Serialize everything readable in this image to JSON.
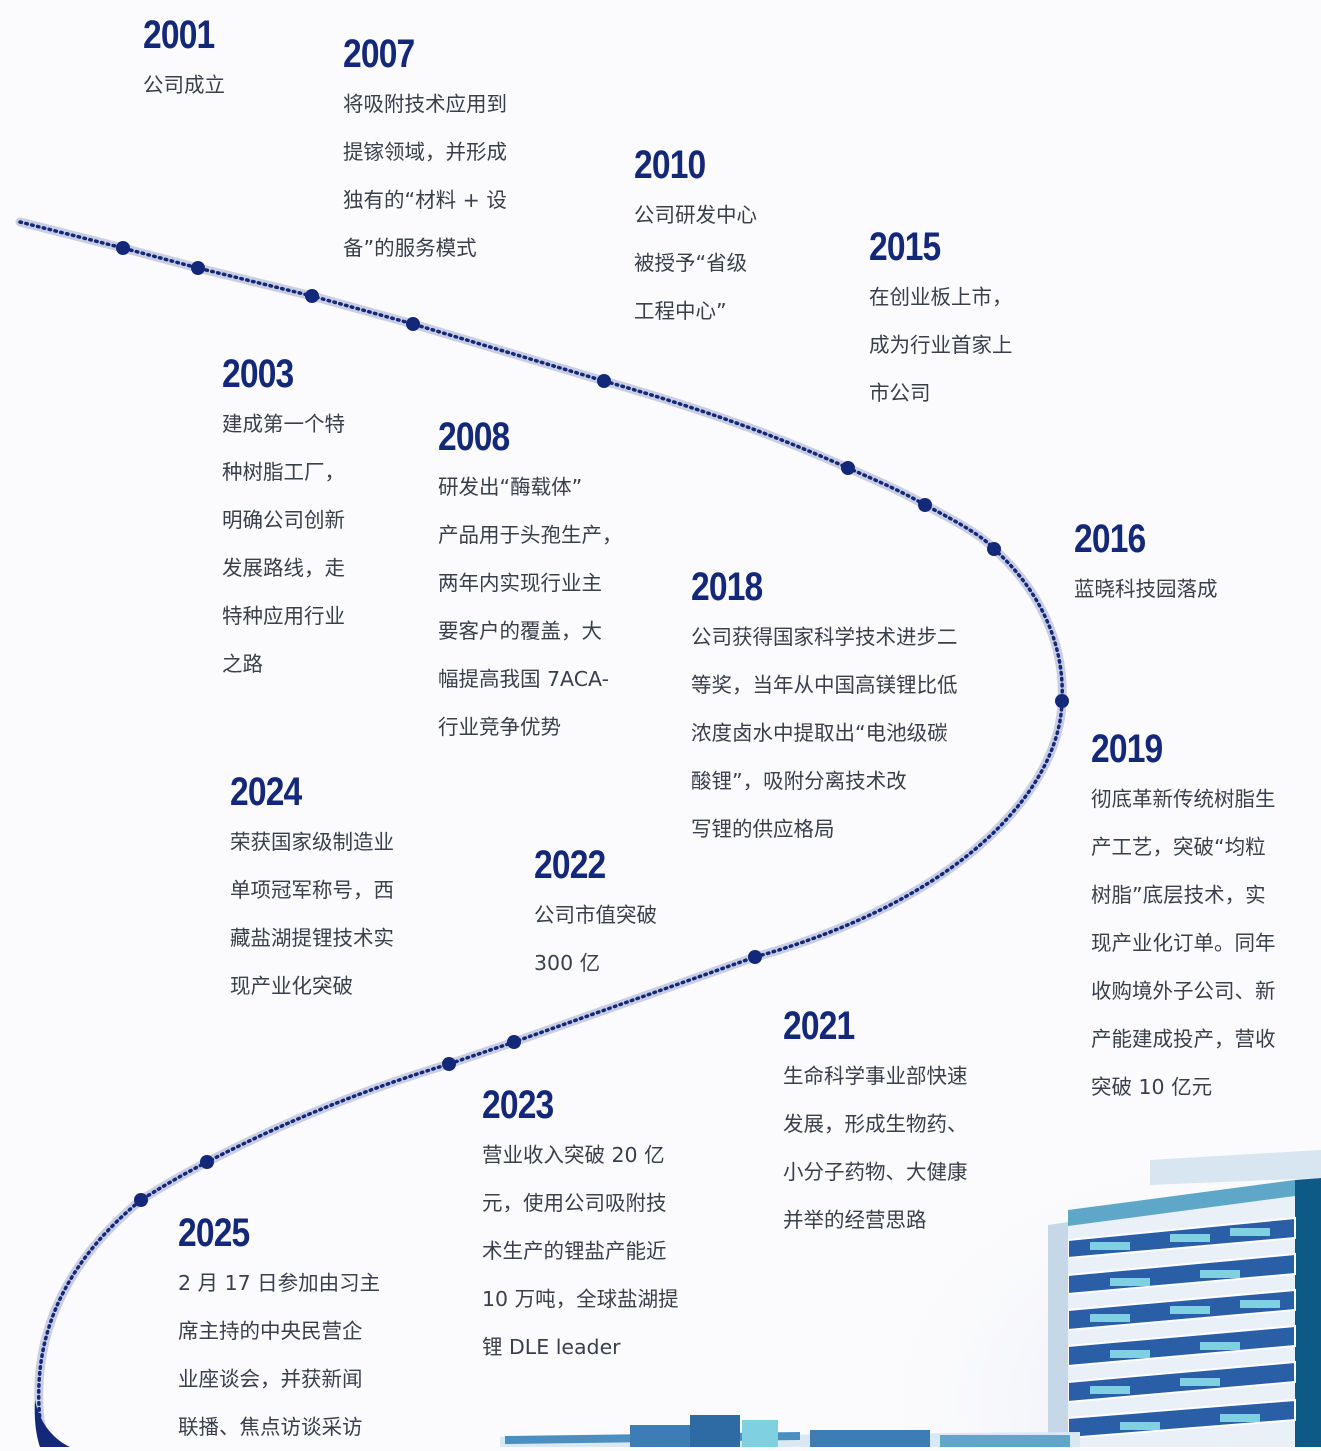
{
  "colors": {
    "year": "#14287a",
    "text": "#3a3f4c",
    "path": "#b9c0da",
    "dot": "#14287a"
  },
  "events": [
    {
      "year": "2001",
      "text": "公司成立"
    },
    {
      "year": "2003",
      "text": "建成第一个特\n种树脂工厂，\n明确公司创新\n发展路线，走\n特种应用行业\n之路"
    },
    {
      "year": "2007",
      "text": "将吸附技术应用到\n提镓领域，并形成\n独有的“材料 + 设\n备”的服务模式"
    },
    {
      "year": "2008",
      "text": "研发出“酶载体”\n产品用于头孢生产，\n两年内实现行业主\n要客户的覆盖，大\n幅提高我国 7ACA-\n行业竞争优势"
    },
    {
      "year": "2010",
      "text": "公司研发中心\n被授予“省级\n工程中心”"
    },
    {
      "year": "2015",
      "text": "在创业板上市，\n成为行业首家上\n市公司"
    },
    {
      "year": "2016",
      "text": "蓝晓科技园落成"
    },
    {
      "year": "2018",
      "text": "公司获得国家科学技术进步二\n等奖，当年从中国高镁锂比低\n浓度卤水中提取出“电池级碳\n酸锂”，吸附分离技术改\n写锂的供应格局"
    },
    {
      "year": "2019",
      "text": "彻底革新传统树脂生\n产工艺，突破“均粒\n树脂”底层技术，实\n现产业化订单。同年\n收购境外子公司、新\n产能建成投产，营收\n突破 10 亿元"
    },
    {
      "year": "2021",
      "text": "生命科学事业部快速\n发展，形成生物药、\n小分子药物、大健康\n并举的经营思路"
    },
    {
      "year": "2022",
      "text": "公司市值突破\n300 亿"
    },
    {
      "year": "2023",
      "text": "营业收入突破 20 亿\n元，使用公司吸附技\n术生产的锂盐产能近\n10 万吨，全球盐湖提\n锂 DLE leader"
    },
    {
      "year": "2024",
      "text": "荣获国家级制造业\n单项冠军称号，西\n藏盐湖提锂技术实\n现产业化突破"
    },
    {
      "year": "2025",
      "text": "2 月 17 日参加由习主\n席主持的中央民营企\n业座谈会，并获新闻\n联播、焦点访谈采访"
    }
  ]
}
